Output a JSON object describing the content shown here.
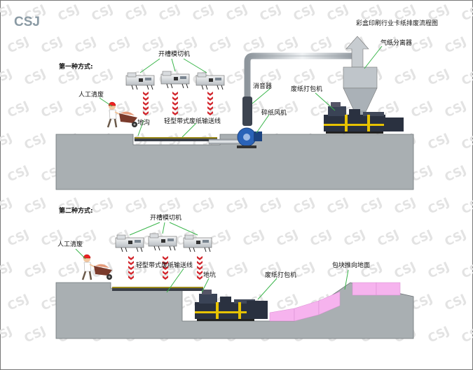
{
  "logo": "CSJ",
  "title": "彩盒印刷行业卡纸排废流程图",
  "watermark_text": "CSJ",
  "colors": {
    "ground": "#a9afb2",
    "ground_edge": "#6f7579",
    "leader": "#39b54a",
    "arrow": "#d2272e",
    "pipe": "#c5ccd2",
    "fan": "#2a63b8",
    "baler": "#2a3140",
    "baler_accent": "#e7c200",
    "block": "#f6b3ee"
  },
  "method1": {
    "heading": "第一种方式:",
    "die_cutter": "开槽模切机",
    "manual": "人工清废",
    "trench": "地沟",
    "conveyor": "轻型带式废纸输送线",
    "silencer": "消音器",
    "fan": "碎纸风机",
    "separator": "气纸分离器",
    "baler": "废纸打包机"
  },
  "method2": {
    "heading": "第二种方式:",
    "die_cutter": "开槽模切机",
    "manual": "人工清废",
    "conveyor": "轻型带式废纸输送线",
    "pit": "地坑",
    "baler": "废纸打包机",
    "push": "包块推向地面"
  }
}
